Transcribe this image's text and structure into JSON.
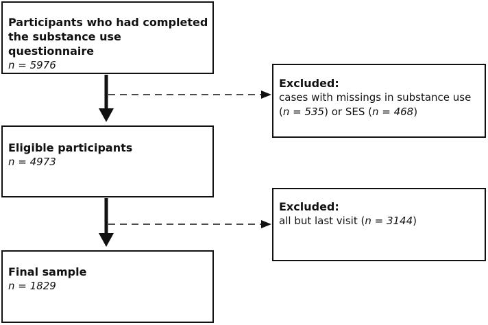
{
  "boxes": {
    "start": {
      "title": "Participants who had completed the substance use questionnaire",
      "n": "n = 5976"
    },
    "eligible": {
      "title": "Eligible participants",
      "n": "n = 4973"
    },
    "final": {
      "title": "Final sample",
      "n": "n = 1829"
    }
  },
  "exclusions": {
    "first": {
      "title": "Excluded:",
      "line1": "cases with missings in substance use",
      "line2_pre": "(",
      "line2_n1": "n = 535",
      "line2_mid": ") or SES (",
      "line2_n2": "n = 468",
      "line2_post": ")"
    },
    "second": {
      "title": "Excluded:",
      "line1_pre": "all but last visit (",
      "line1_n": "n = 3144",
      "line1_post": ")"
    }
  }
}
